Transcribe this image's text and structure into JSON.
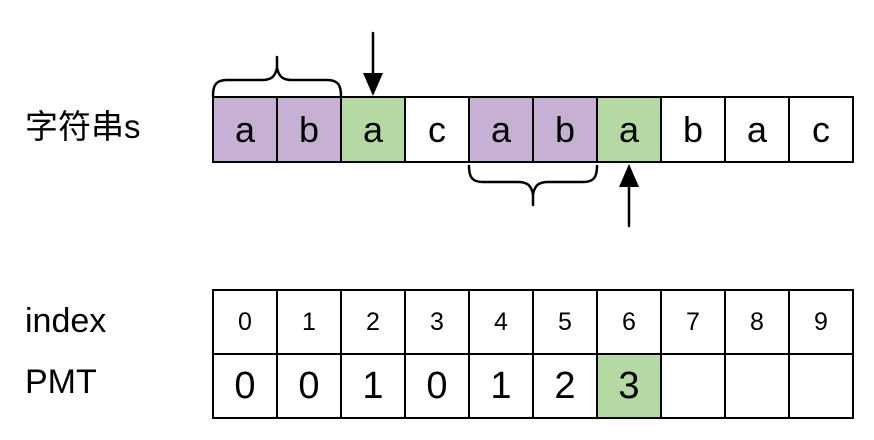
{
  "labels": {
    "string": "字符串s",
    "index": "index",
    "pmt": "PMT"
  },
  "colors": {
    "highlight_purple": "#c6b0d3",
    "highlight_green": "#b4d9a2",
    "line": "#000000",
    "background": "#ffffff"
  },
  "icons": {
    "down_arrow": "down-arrow",
    "up_arrow": "up-arrow",
    "prefix_brace": "curly-brace",
    "suffix_brace": "curly-brace"
  },
  "string_row": {
    "cells": [
      {
        "char": "a",
        "highlight": "purple"
      },
      {
        "char": "b",
        "highlight": "purple"
      },
      {
        "char": "a",
        "highlight": "green"
      },
      {
        "char": "c",
        "highlight": ""
      },
      {
        "char": "a",
        "highlight": "purple"
      },
      {
        "char": "b",
        "highlight": "purple"
      },
      {
        "char": "a",
        "highlight": "green"
      },
      {
        "char": "b",
        "highlight": ""
      },
      {
        "char": "a",
        "highlight": ""
      },
      {
        "char": "c",
        "highlight": ""
      }
    ]
  },
  "index_row": {
    "cells": [
      "0",
      "1",
      "2",
      "3",
      "4",
      "5",
      "6",
      "7",
      "8",
      "9"
    ]
  },
  "pmt_row": {
    "cells": [
      {
        "value": "0",
        "highlight": ""
      },
      {
        "value": "0",
        "highlight": ""
      },
      {
        "value": "1",
        "highlight": ""
      },
      {
        "value": "0",
        "highlight": ""
      },
      {
        "value": "1",
        "highlight": ""
      },
      {
        "value": "2",
        "highlight": ""
      },
      {
        "value": "3",
        "highlight": "green"
      },
      {
        "value": "",
        "highlight": ""
      },
      {
        "value": "",
        "highlight": ""
      },
      {
        "value": "",
        "highlight": ""
      }
    ]
  }
}
